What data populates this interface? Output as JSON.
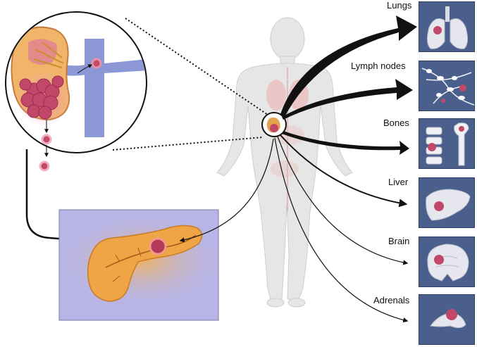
{
  "metastasis_sites": [
    {
      "label": "Lungs",
      "icon": "lungs-icon"
    },
    {
      "label": "Lymph nodes",
      "icon": "lymph-nodes-icon"
    },
    {
      "label": "Bones",
      "icon": "bones-icon"
    },
    {
      "label": "Liver",
      "icon": "liver-icon"
    },
    {
      "label": "Brain",
      "icon": "brain-icon"
    },
    {
      "label": "Adrenals",
      "icon": "adrenals-icon"
    }
  ],
  "colors": {
    "panel_bg": "#4a5f8c",
    "tumor": "#c2486a",
    "vessel": "#8c97d6",
    "pancreas": "#e8a24a",
    "pancreas_bg": "#b9b6e6",
    "body": "#e4e4e4",
    "arrow": "#111111"
  }
}
